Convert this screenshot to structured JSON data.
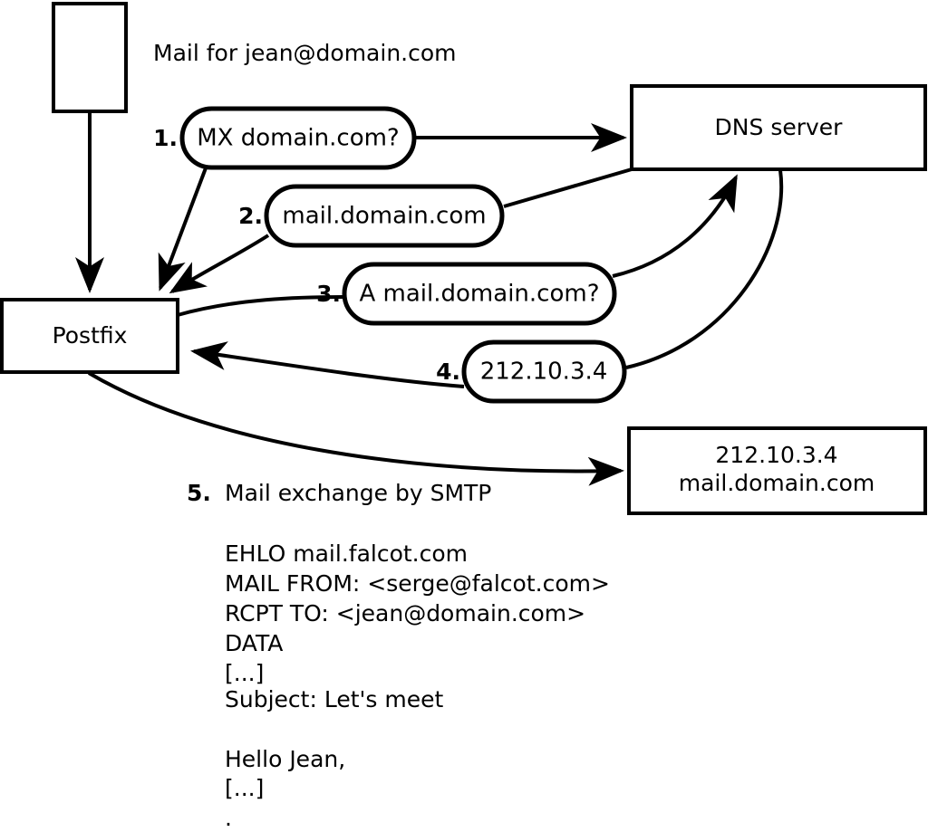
{
  "diagram": {
    "title_caption": "Mail for jean@domain.com",
    "nodes": {
      "client": {
        "label": ""
      },
      "postfix": {
        "label": "Postfix"
      },
      "dns_server": {
        "label": "DNS server"
      },
      "target_server": {
        "line1": "212.10.3.4",
        "line2": "mail.domain.com"
      }
    },
    "steps": [
      {
        "num": "1.",
        "label": "MX domain.com?"
      },
      {
        "num": "2.",
        "label": "mail.domain.com"
      },
      {
        "num": "3.",
        "label": "A mail.domain.com?"
      },
      {
        "num": "4.",
        "label": "212.10.3.4"
      }
    ],
    "step5": {
      "num": "5.",
      "label": "Mail exchange by SMTP"
    },
    "smtp_transcript": [
      "EHLO mail.falcot.com",
      "MAIL FROM: <serge@falcot.com>",
      "RCPT TO: <jean@domain.com>",
      "DATA",
      "[...]",
      "Subject: Let's meet",
      "",
      "Hello Jean,",
      "[...]",
      "."
    ],
    "colors": {
      "stroke": "#000000",
      "fill": "#ffffff"
    }
  }
}
